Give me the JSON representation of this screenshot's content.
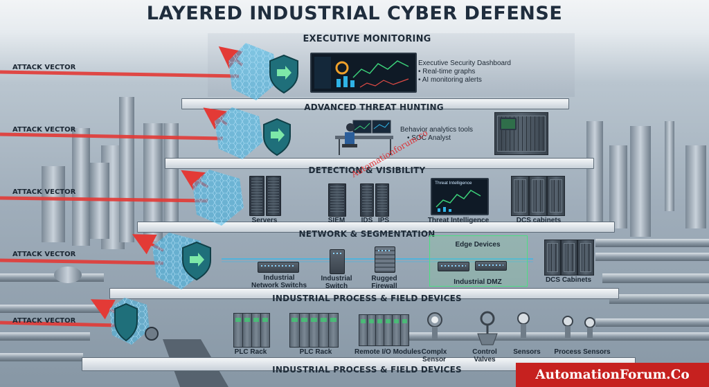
{
  "title": "LAYERED INDUSTRIAL CYBER DEFENSE",
  "attack_label": "ATTACK VECTOR",
  "layers": [
    {
      "name": "EXECUTIVE MONITORING"
    },
    {
      "name": "ADVANCED THREAT HUNTING"
    },
    {
      "name": "DETECTION & VISIBILITY"
    },
    {
      "name": "NETWORK & SEGMENTATION"
    },
    {
      "name": "INDUSTRIAL PROCESS & FIELD DEVICES"
    },
    {
      "name": "INDUSTRIAL PROCESS & FIELD DEVICES"
    }
  ],
  "executive": {
    "dashboard_heading": "Executive Security Dashboard",
    "bullets": [
      "Real-time graphs",
      "AI monitoring alerts"
    ]
  },
  "threat_hunting": {
    "tools": "Behavior analytics tools",
    "analyst": "SOC Analyst"
  },
  "detection": {
    "servers": "Servers",
    "siem": "SIEM",
    "ids": "IDS",
    "ips": "IPS",
    "threat_intel": "Threat Intelligence",
    "threat_intel_screen": "Threat Intelligence",
    "dcs": "DCS cabinets"
  },
  "network": {
    "switches": "Industrial Network Switchs",
    "switch": "Industrial Switch",
    "firewall": "Rugged Firewall",
    "edge": "Edge Devices",
    "dmz": "Industrial DMZ",
    "dcs": "DCS Cabinets"
  },
  "field": {
    "plc_rack_1": "PLC Rack",
    "plc_rack_2": "PLC Rack",
    "remote_io": "Remote I/O Modules",
    "complex_sensor": "Complx Sensor",
    "control_valves": "Control Valves",
    "sensors": "Sensors",
    "process_sensors": "Process Sensors"
  },
  "watermark": "Automationforum.co",
  "brand": "AutomationForum.Co",
  "colors": {
    "shield": "#1f6f7a",
    "hex_shield": "#3fb7e6",
    "attack": "#e33a36",
    "brand": "#c6211f"
  }
}
